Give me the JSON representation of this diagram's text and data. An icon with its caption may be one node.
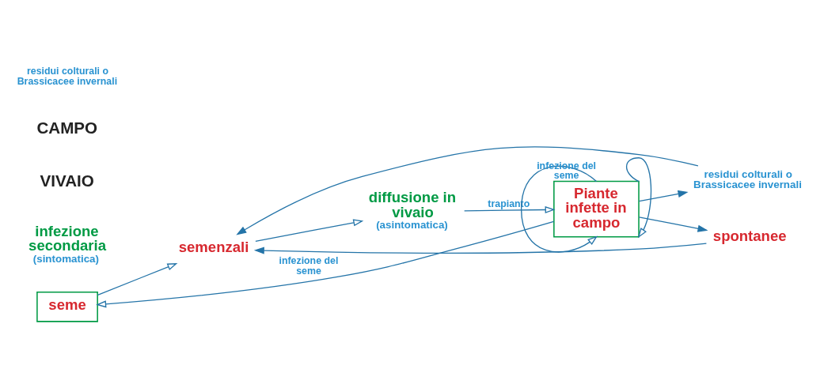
{
  "diagram": {
    "nodes": [
      {
        "text": [
          "seme"
        ]
      },
      {
        "text": [
          "semenzali"
        ]
      },
      {
        "text": [
          "diffusione in vivaio",
          "(asintomatica)"
        ]
      },
      {
        "text": [
          "Piante infette in campo"
        ]
      },
      {
        "text": [
          "spontanee"
        ]
      },
      {
        "text": [
          "residui colturali o Brassicacee invernali"
        ]
      },
      {
        "text": [
          "infezione secondaria",
          "(sintomatica)"
        ]
      }
    ],
    "edges": [
      {
        "from": 0,
        "to": 1,
        "arrow": "to"
      },
      {
        "from": 1,
        "to": 2,
        "arrow": "to"
      },
      {
        "from": 2,
        "to": 3,
        "arrow": "to",
        "label": "trapianto"
      },
      {
        "from": 3,
        "to": 0,
        "arrow": "to",
        "label": "infezione del seme"
      },
      {
        "from": 3,
        "to": 4,
        "arrow": "to"
      },
      {
        "from": 3,
        "to": 5,
        "arrow": "to"
      },
      {
        "from": 4,
        "to": 1,
        "arrow": "to"
      },
      {
        "from": 5,
        "to": 1,
        "arrow": "to"
      },
      {
        "from": 3,
        "to": 3,
        "arrow": "to",
        "label": "infezione del seme"
      },
      {
        "from": 3,
        "to": 3,
        "arrow": "to"
      }
    ],
    "labels": [
      "VIVAIO",
      "CAMPO",
      "residui colturali o Brassicacee invernali"
    ]
  }
}
